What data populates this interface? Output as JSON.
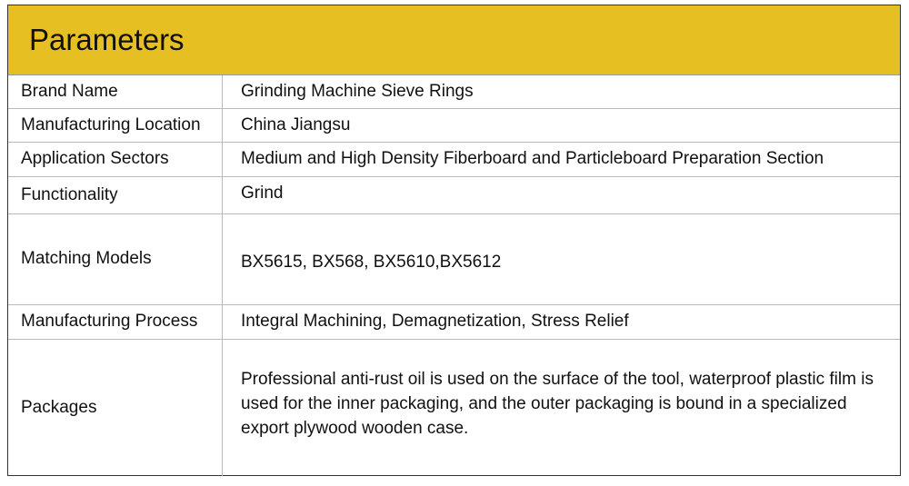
{
  "title": "Parameters",
  "rows": [
    {
      "label": "Brand Name",
      "value": "Grinding Machine Sieve Rings"
    },
    {
      "label": "Manufacturing Location",
      "value": "China Jiangsu"
    },
    {
      "label": "Application Sectors",
      "value": "Medium and High Density Fiberboard and Particleboard Preparation Section"
    },
    {
      "label": "Functionality",
      "value": "Grind"
    },
    {
      "label": "Matching Models",
      "value": "BX5615, BX568, BX5610,BX5612"
    },
    {
      "label": "Manufacturing Process",
      "value": "Integral Machining, Demagnetization, Stress Relief"
    },
    {
      "label": "Packages",
      "value": "Professional anti-rust oil is used on the surface of the tool, waterproof plastic film is used for the inner packaging, and the outer packaging is bound in a specialized export plywood wooden case."
    }
  ]
}
